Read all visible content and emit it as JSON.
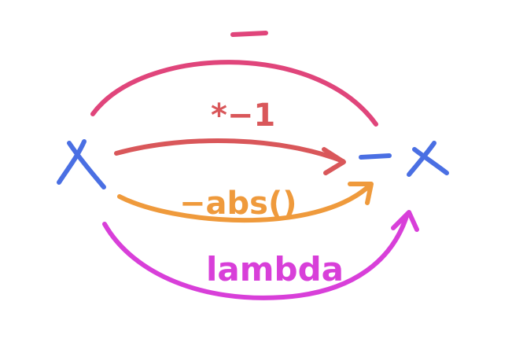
{
  "diagram": {
    "source_label": "X",
    "target_label": "x",
    "target_prefix": "−",
    "paths": [
      {
        "label": "−",
        "color": "#e0457b"
      },
      {
        "label": "*−1",
        "color": "#d9575a"
      },
      {
        "label": "−abs()",
        "color": "#ef9a3c"
      },
      {
        "label": "lambda",
        "color": "#d83fd9"
      }
    ],
    "node_color": "#4a6fe3"
  }
}
